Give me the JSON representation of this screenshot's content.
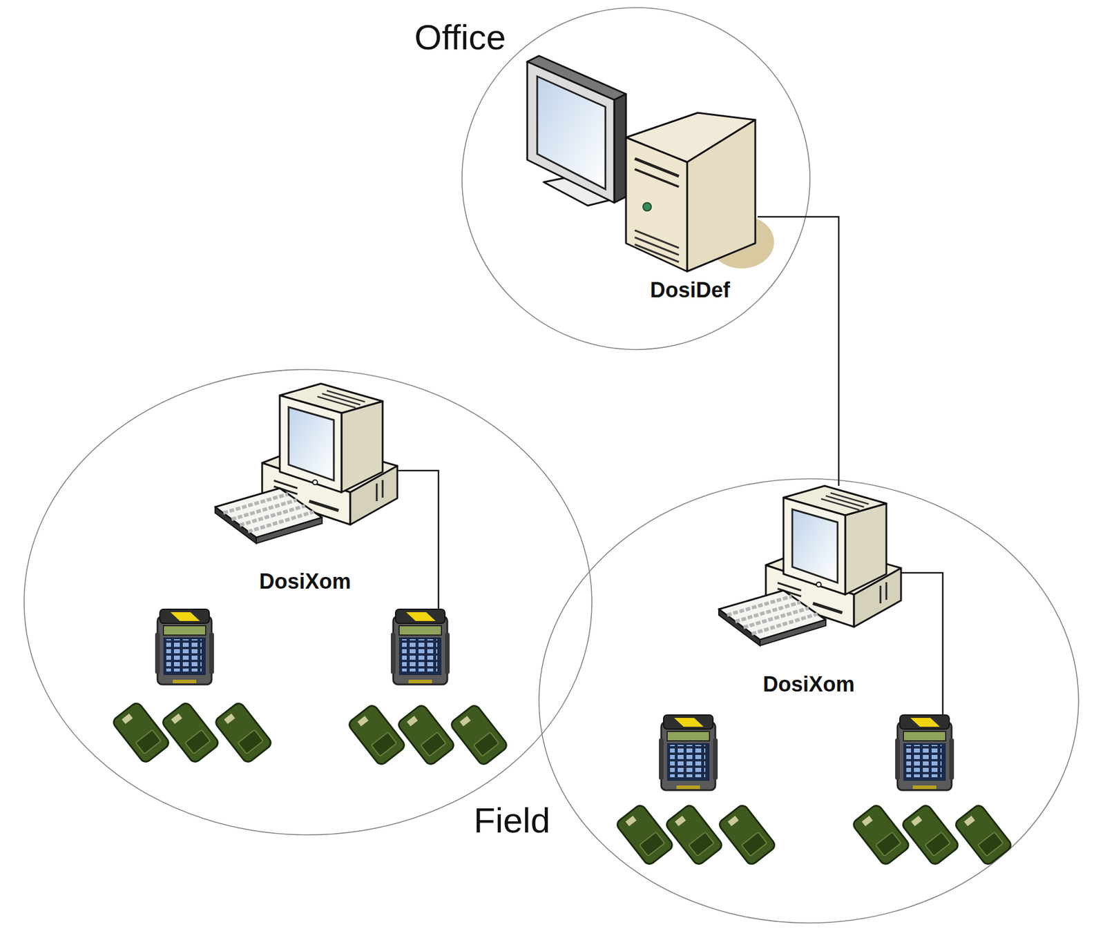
{
  "diagram": {
    "nodes": [
      {
        "text": [
          "Office"
        ]
      },
      {
        "text": [
          "DosiDef"
        ],
        "in": 0
      },
      {
        "text": [
          "DosiXom"
        ]
      },
      {
        "text": [
          "DosiXom"
        ]
      }
    ],
    "edges": [
      {
        "from": 1,
        "to": 3,
        "arrow": "none"
      }
    ],
    "labels": [
      "Field"
    ]
  }
}
